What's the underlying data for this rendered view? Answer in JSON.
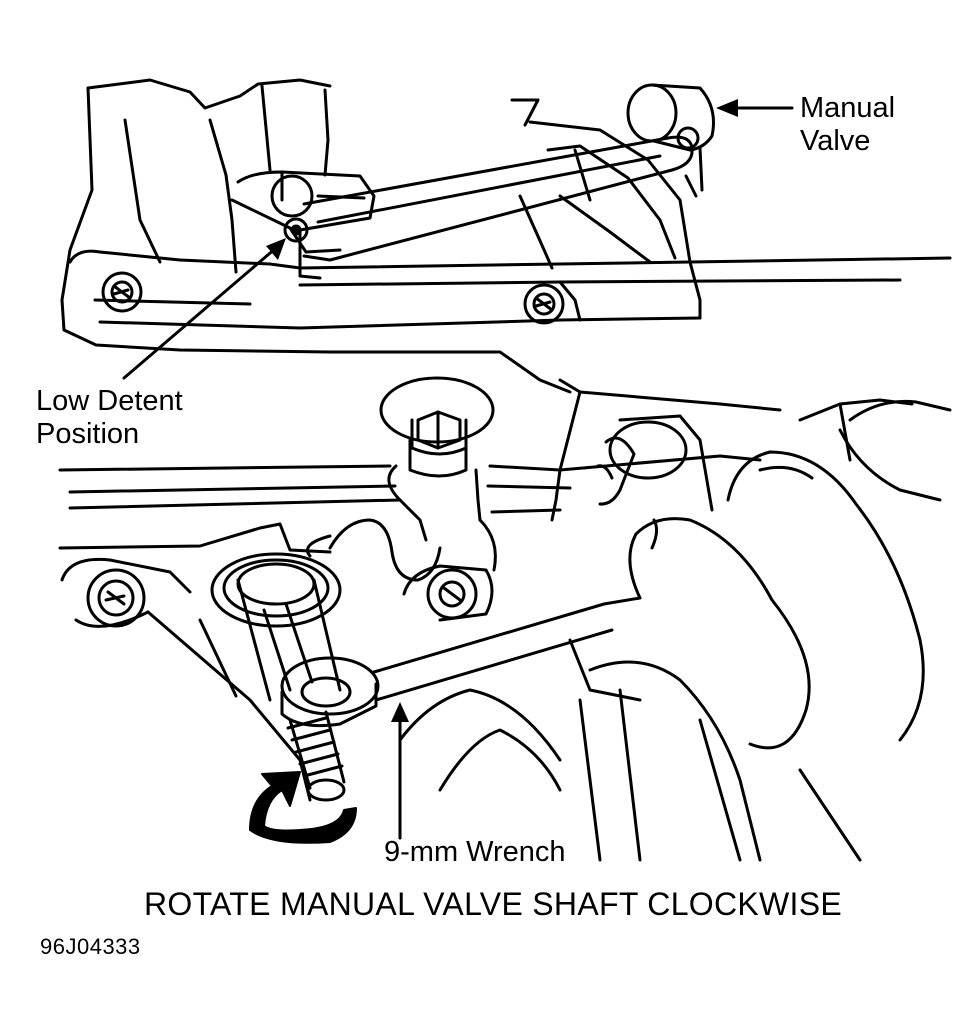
{
  "labels": {
    "manual_valve_line1": "Manual",
    "manual_valve_line2": "Valve",
    "low_detent_line1": "Low Detent",
    "low_detent_line2": "Position",
    "wrench": "9-mm Wrench"
  },
  "caption": "ROTATE MANUAL VALVE SHAFT CLOCKWISE",
  "figure_id": "96J04333",
  "colors": {
    "ink": "#000000",
    "paper": "#ffffff"
  }
}
